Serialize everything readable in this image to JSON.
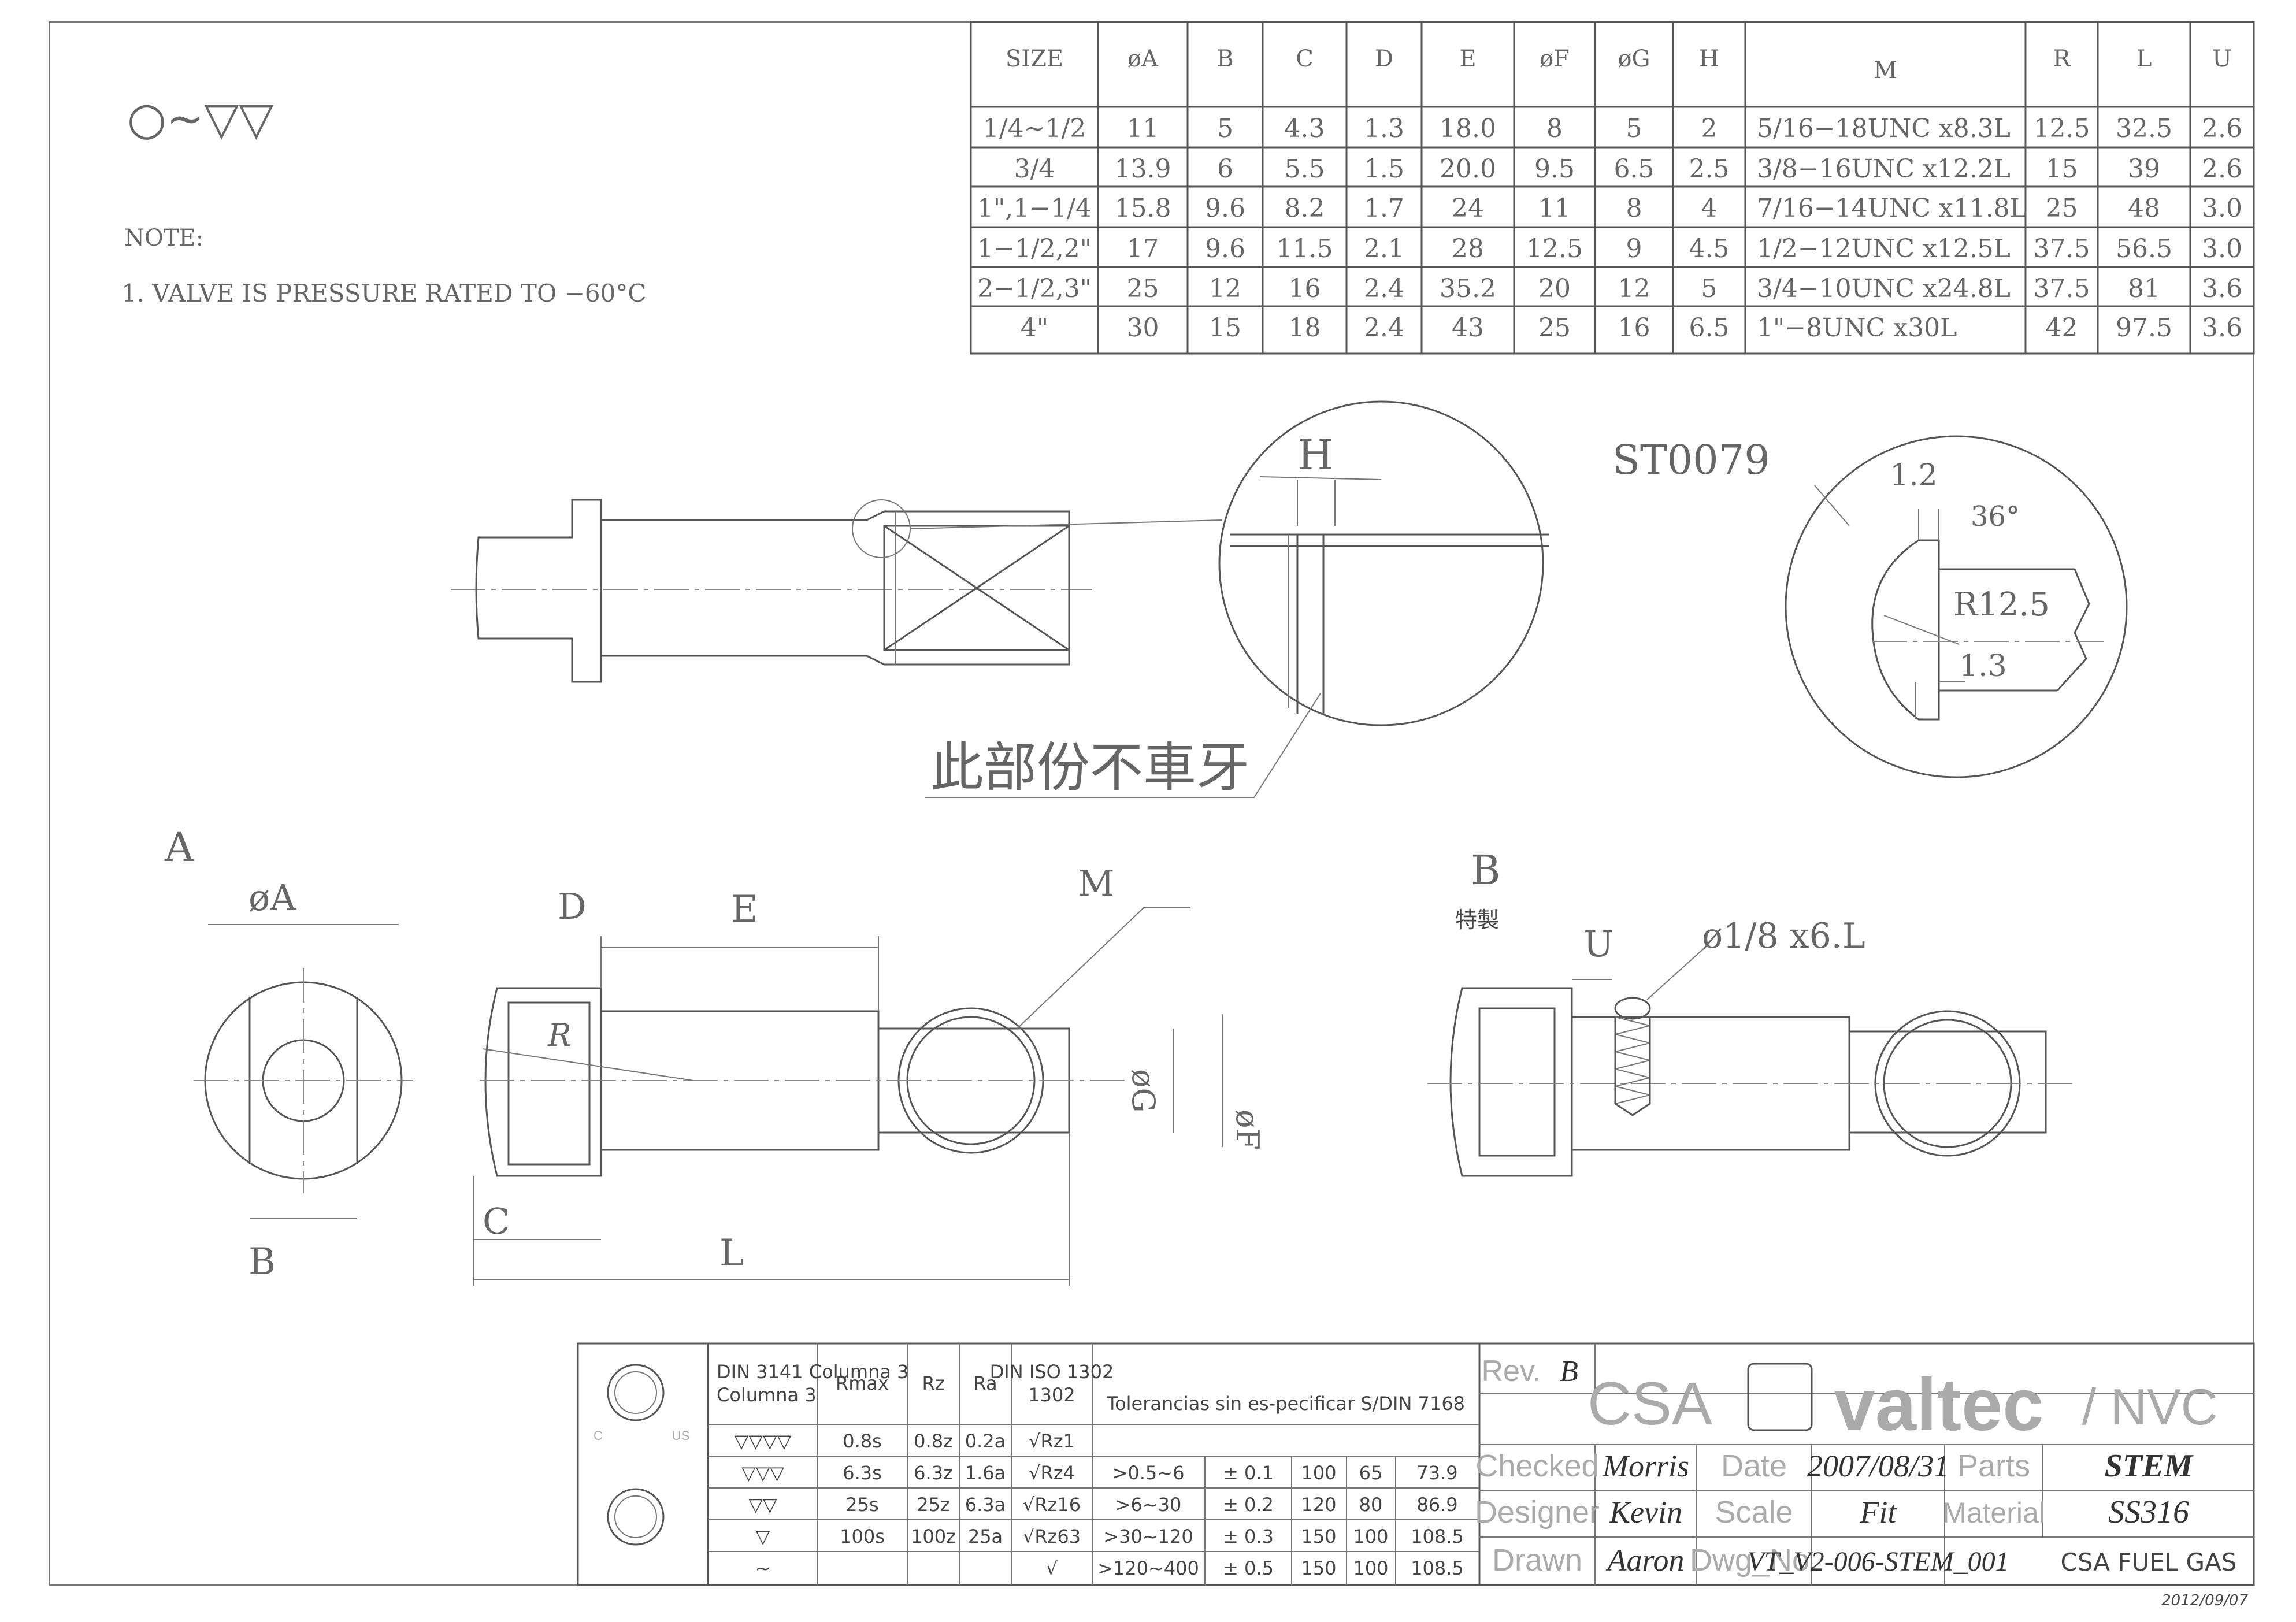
{
  "finish_symbol": "○~▽▽",
  "notes": {
    "heading": "NOTE:",
    "item1": "1. VALVE IS PRESSURE RATED TO −60°C"
  },
  "dim_table": {
    "headers": [
      "SIZE",
      "øA",
      "B",
      "C",
      "D",
      "E",
      "øF",
      "øG",
      "H",
      "M",
      "R",
      "L",
      "U"
    ],
    "rows": [
      [
        "1/4~1/2",
        "11",
        "5",
        "4.3",
        "1.3",
        "18.0",
        "8",
        "5",
        "2",
        "5/16−18UNC x8.3L",
        "12.5",
        "32.5",
        "2.6"
      ],
      [
        "3/4",
        "13.9",
        "6",
        "5.5",
        "1.5",
        "20.0",
        "9.5",
        "6.5",
        "2.5",
        "3/8−16UNC x12.2L",
        "15",
        "39",
        "2.6"
      ],
      [
        "1\",1−1/4",
        "15.8",
        "9.6",
        "8.2",
        "1.7",
        "24",
        "11",
        "8",
        "4",
        "7/16−14UNC x11.8L",
        "25",
        "48",
        "3.0"
      ],
      [
        "1−1/2,2\"",
        "17",
        "9.6",
        "11.5",
        "2.1",
        "28",
        "12.5",
        "9",
        "4.5",
        "1/2−12UNC x12.5L",
        "37.5",
        "56.5",
        "3.0"
      ],
      [
        "2−1/2,3\"",
        "25",
        "12",
        "16",
        "2.4",
        "35.2",
        "20",
        "12",
        "5",
        "3/4−10UNC x24.8L",
        "37.5",
        "81",
        "3.6"
      ],
      [
        "4\"",
        "30",
        "15",
        "18",
        "2.4",
        "43",
        "25",
        "16",
        "6.5",
        "1\"−8UNC x30L",
        "42",
        "97.5",
        "3.6"
      ]
    ]
  },
  "labels": {
    "detail_h": "H",
    "no_thread": "此部份不車牙",
    "part_code": "ST0079",
    "d12": "1.2",
    "d36": "36°",
    "r125": "R12.5",
    "d13": "1.3",
    "view_a": "A",
    "dia_a": "øA",
    "dim_b": "B",
    "dim_d": "D",
    "dim_e": "E",
    "dim_m": "M",
    "dim_r": "R",
    "dim_c": "C",
    "dim_l": "L",
    "dia_g": "øG",
    "dia_f": "øF",
    "view_b": "B",
    "special": "特製",
    "dim_u": "U",
    "pin": "ø1/8  x6.L"
  },
  "title_block": {
    "roughness": {
      "h_din": "DIN 3141 Columna 3",
      "h_rmax": "Rmax",
      "h_rz": "Rz",
      "h_ra": "Ra",
      "h_iso": "DIN ISO 1302",
      "tol": "Tolerancias sin es-pecificar S/DIN 7168",
      "rows": [
        [
          "▽▽▽▽",
          "0.8s",
          "0.8z",
          "0.2a",
          "√Rz1"
        ],
        [
          "▽▽▽",
          "6.3s",
          "6.3z",
          "1.6a",
          "√Rz4"
        ],
        [
          "▽▽",
          "25s",
          "25z",
          "6.3a",
          "√Rz16"
        ],
        [
          "▽",
          "100s",
          "100z",
          "25a",
          "√Rz63"
        ],
        [
          "~",
          "",
          "",
          "",
          "√"
        ]
      ],
      "tol_rows": [
        [
          ">0.5~6",
          "± 0.1",
          "100",
          "65",
          "73.9"
        ],
        [
          ">6~30",
          "± 0.2",
          "120",
          "80",
          "86.9"
        ],
        [
          ">30~120",
          "± 0.3",
          "150",
          "100",
          "108.5"
        ],
        [
          ">120~400",
          "± 0.5",
          "150",
          "100",
          "108.5"
        ]
      ]
    },
    "rev_label": "Rev.",
    "rev": "B",
    "brand_csa": "CSA",
    "brand_valtec": "valtec",
    "brand_nvc": "/ NVC",
    "checked_label": "Checked",
    "checked": "Morris",
    "designer_label": "Designer",
    "designer": "Kevin",
    "drawn_label": "Drawn",
    "drawn": "Aaron",
    "date_label": "Date",
    "date": "2007/08/31",
    "scale_label": "Scale",
    "scale": "Fit",
    "dwg_label": "Dwg_No.",
    "dwg": "VT_V2-006-STEM_001",
    "parts_label": "Parts",
    "parts": "STEM",
    "material_label": "Material",
    "material": "SS316",
    "gas": "CSA FUEL GAS",
    "cert_c": "C",
    "cert_us": "US"
  },
  "print_date": "2012/09/07"
}
